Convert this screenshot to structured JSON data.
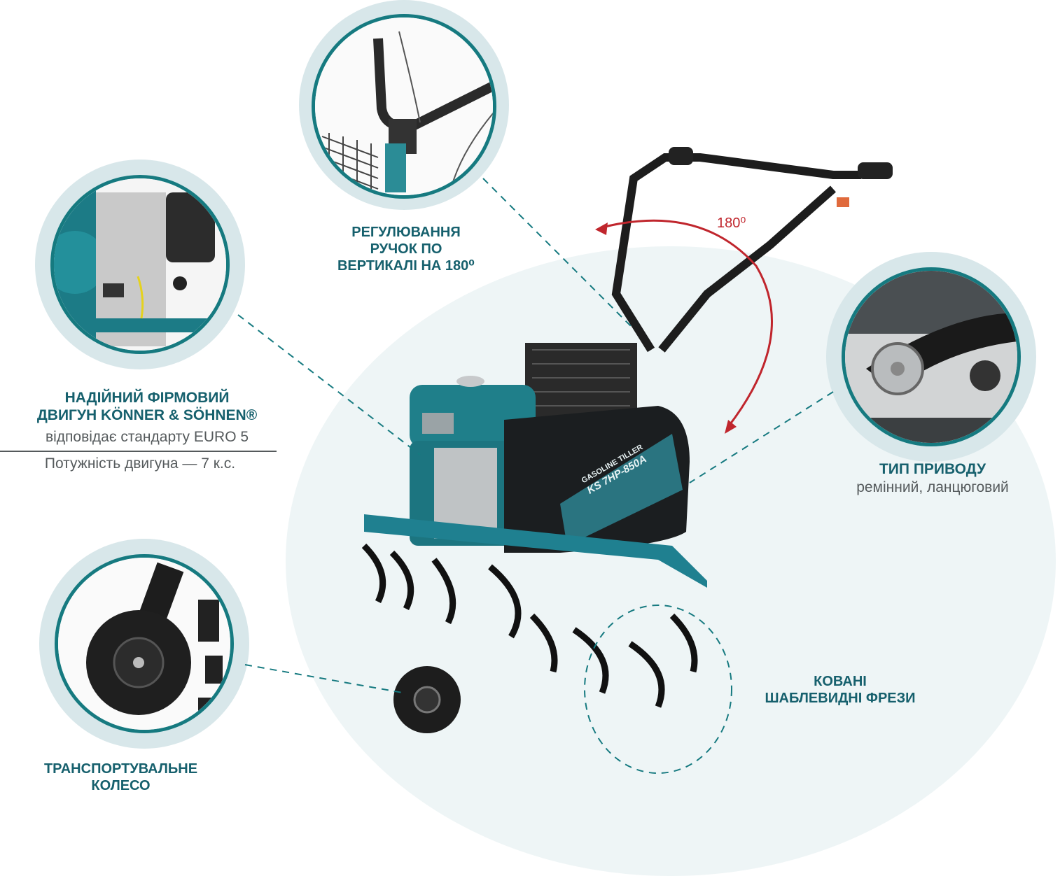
{
  "callouts": {
    "handle": {
      "lines": [
        "РЕГУЛЮВАННЯ",
        "РУЧОК ПО",
        "ВЕРТИКАЛІ НА 180⁰"
      ]
    },
    "engine": {
      "title_lines": [
        "НАДІЙНИЙ ФІРМОВИЙ",
        "ДВИГУН KÖNNER & SÖHNEN®"
      ],
      "subtitle": "відповідає стандарту EURO 5",
      "power": "Потужність двигуна — 7 к.с."
    },
    "drive": {
      "title": "ТИП ПРИВОДУ",
      "subtitle": "ремінний, ланцюговий"
    },
    "tillers": {
      "lines": [
        "КОВАНІ",
        "ШАБЛЕВИДНІ ФРЕЗИ"
      ]
    },
    "wheel": {
      "lines": [
        "ТРАНСПОРТУВАЛЬНЕ",
        "КОЛЕСО"
      ]
    }
  },
  "rotation_label": "180⁰",
  "product": {
    "brand_line1": "KÖNNER",
    "brand_line2": "SÖHNEN",
    "type": "GASOLINE TILLER",
    "model": "KS 7HP-850A"
  },
  "colors": {
    "accent": "#16606d",
    "ring": "#167a80",
    "ring_halo": "#d8e7ea",
    "arrow": "#c0262d",
    "body": "#1f7f8a"
  }
}
